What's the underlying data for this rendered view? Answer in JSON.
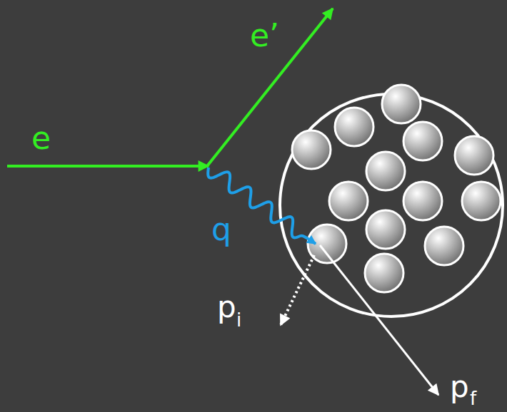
{
  "diagram": {
    "labels": [
      "e",
      "e’",
      "q",
      "p",
      "i",
      "p",
      "f"
    ]
  }
}
